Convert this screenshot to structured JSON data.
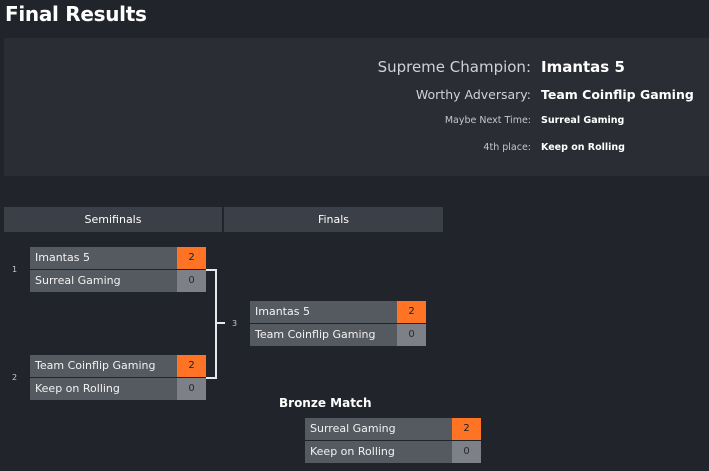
{
  "page": {
    "title": "Final Results"
  },
  "results": [
    {
      "label": "Supreme Champion:",
      "team": "Imantas 5"
    },
    {
      "label": "Worthy Adversary:",
      "team": "Team Coinflip Gaming"
    },
    {
      "label": "Maybe Next Time:",
      "team": "Surreal Gaming"
    },
    {
      "label": "4th place:",
      "team": "Keep on Rolling"
    }
  ],
  "rounds": {
    "semifinals": "Semifinals",
    "finals": "Finals"
  },
  "matches": {
    "semi1": {
      "seed": "1",
      "top": {
        "team": "Imantas 5",
        "score": "2"
      },
      "bottom": {
        "team": "Surreal Gaming",
        "score": "0"
      }
    },
    "semi2": {
      "seed": "2",
      "top": {
        "team": "Team Coinflip Gaming",
        "score": "2"
      },
      "bottom": {
        "team": "Keep on Rolling",
        "score": "0"
      }
    },
    "final": {
      "seed": "3",
      "top": {
        "team": "Imantas 5",
        "score": "2"
      },
      "bottom": {
        "team": "Team Coinflip Gaming",
        "score": "0"
      }
    },
    "bronze": {
      "title": "Bronze Match",
      "top": {
        "team": "Surreal Gaming",
        "score": "2"
      },
      "bottom": {
        "team": "Keep on Rolling",
        "score": "0"
      }
    }
  },
  "colors": {
    "win": "#ff7324",
    "lose": "#7d8086",
    "accent": "#ff7324"
  }
}
